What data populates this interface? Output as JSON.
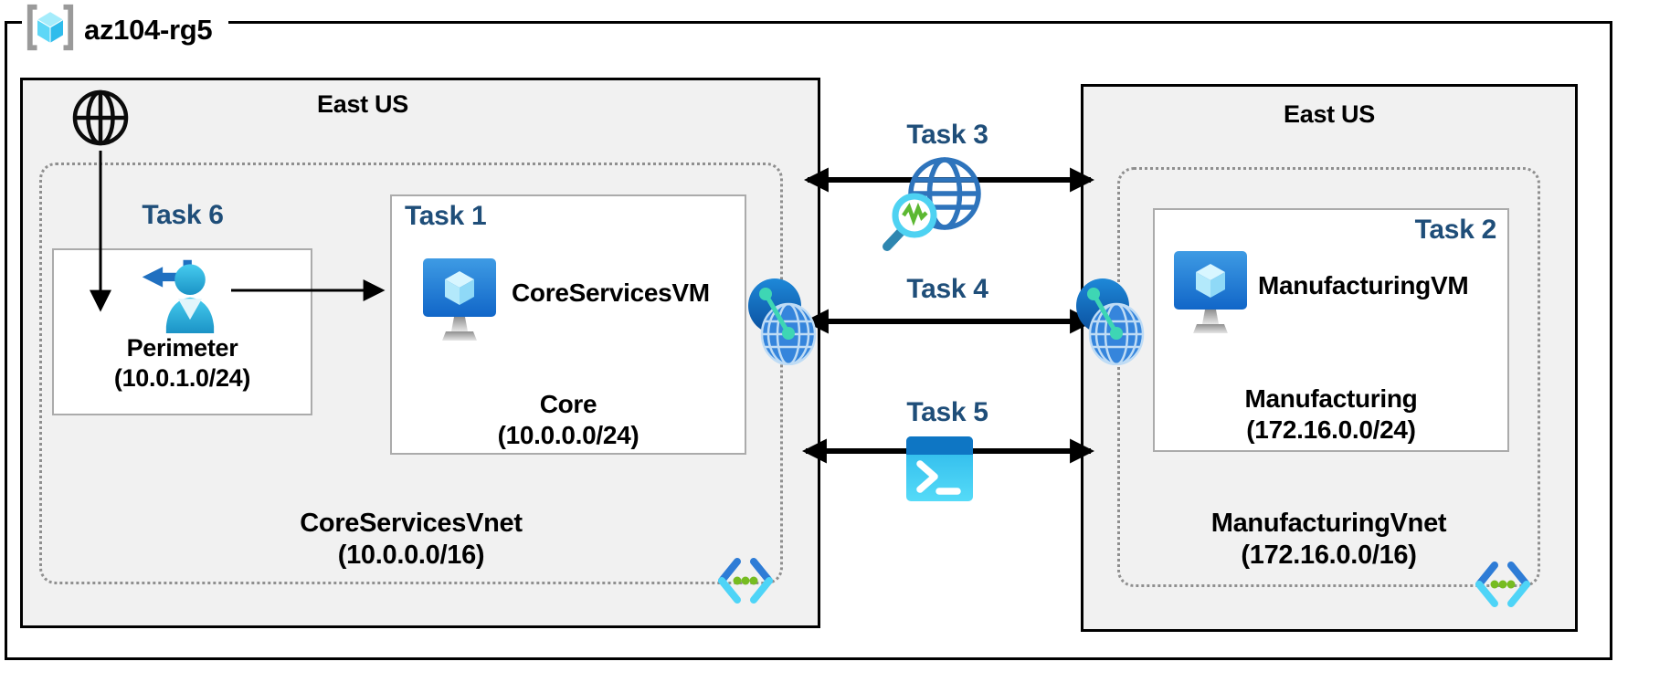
{
  "resource_group": {
    "name": "az104-rg5"
  },
  "tasks": {
    "t1": "Task 1",
    "t2": "Task 2",
    "t3": "Task 3",
    "t4": "Task 4",
    "t5": "Task 5",
    "t6": "Task 6"
  },
  "left_region": {
    "location": "East US",
    "vnet_name": "CoreServicesVnet",
    "vnet_cidr": "(10.0.0.0/16)",
    "perimeter_subnet": {
      "name": "Perimeter",
      "cidr": "(10.0.1.0/24)"
    },
    "vm_name": "CoreServicesVM",
    "core_subnet": {
      "name": "Core",
      "cidr": "(10.0.0.0/24)"
    }
  },
  "right_region": {
    "location": "East US",
    "vnet_name": "ManufacturingVnet",
    "vnet_cidr": "(172.16.0.0/16)",
    "vm_name": "ManufacturingVM",
    "subnet": {
      "name": "Manufacturing",
      "cidr": "(172.16.0.0/24)"
    }
  },
  "icons": {
    "resource_group": "resource-group-icon",
    "internet": "internet-globe-icon",
    "sign_in": "user-sign-in-icon",
    "virtual_machine": "virtual-machine-icon",
    "network_watcher": "network-watcher-icon",
    "network_peering": "network-peering-icon",
    "cloud_shell": "cloud-shell-icon",
    "virtual_network": "virtual-network-icon"
  },
  "colors": {
    "task_label": "#1F4E79",
    "region_fill": "#F1F1F1",
    "frame_border": "#000000",
    "inner_box_border": "#ABABAB",
    "dotted_border": "#8F8F8F",
    "azure_blue": "#1072C8",
    "azure_cyan": "#45D1F5",
    "teal_connector": "#3ED6B4",
    "green_dots": "#76BC21"
  }
}
